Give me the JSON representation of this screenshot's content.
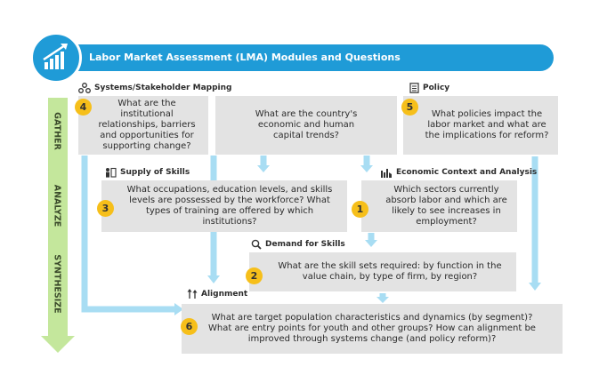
{
  "title": "Labor Market Assessment (LMA) Modules and Questions",
  "stages": [
    "GATHER",
    "ANALYZE",
    "SYNTHESIZE"
  ],
  "modules": {
    "systems": {
      "label": "Systems/Stakeholder Mapping",
      "number": "4",
      "question": "What are the institutional relationships, barriers and opportunities for supporting change?"
    },
    "trends": {
      "question": "What are  the country's economic and human capital trends?"
    },
    "policy": {
      "label": "Policy",
      "number": "5",
      "question": "What policies  impact the labor market and what are the implications  for reform?"
    },
    "supply": {
      "label": "Supply of Skills",
      "number": "3",
      "question": "What occupations, education levels,  and skills  levels are possessed by the workforce? What types of training are offered by which institutions?"
    },
    "economic": {
      "label": "Economic Context and Analysis",
      "number": "1",
      "question": "Which sectors currently absorb labor and which are likely  to see increases in employment?"
    },
    "demand": {
      "label": "Demand for Skills",
      "number": "2",
      "question": "What are the skill sets required: by function in the value chain, by type of firm, by region?"
    },
    "alignment": {
      "label": "Alignment",
      "number": "6",
      "question": "What are target population characteristics and dynamics (by segment)? What are entry points for youth and other groups? How can alignment be improved through systems change (and policy  reform)?"
    }
  },
  "colors": {
    "header": "#1f9bd7",
    "flow_arrow": "#a8ddf3",
    "stage_arrow": "#c4e79c",
    "box": "#e3e3e3",
    "number_badge": "#f6bf1a"
  },
  "icons": [
    "growth-chart-icon",
    "network-icon",
    "document-icon",
    "people-icon",
    "factory-chart-icon",
    "magnifier-icon",
    "arrows-up-icon"
  ]
}
